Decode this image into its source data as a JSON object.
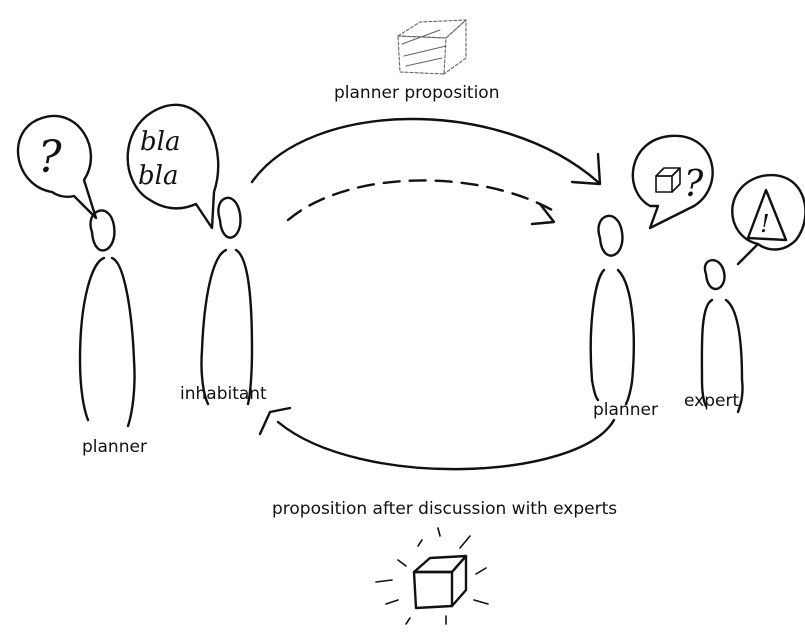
{
  "labels": {
    "planner_proposition": "planner proposition",
    "inhabitant": "inhabitant",
    "planner_left": "planner",
    "planner_right": "planner",
    "expert": "expert",
    "proposition_after": "proposition after discussion with experts"
  },
  "speech": {
    "planner_question": "?",
    "inhabitant_line1": "bla",
    "inhabitant_line2": "bla",
    "right_planner_question": "?",
    "expert_warning": "!"
  }
}
